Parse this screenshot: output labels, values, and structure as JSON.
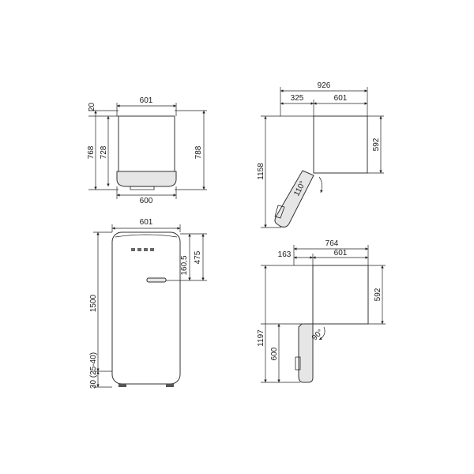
{
  "top_view_closed": {
    "width_top": "601",
    "depth_top_offset": "20",
    "depth_total": "768",
    "depth_body": "728",
    "depth_with_handle": "788",
    "width_bottom": "600"
  },
  "front_view": {
    "width": "601",
    "handle_height": "160,5",
    "handle_offset": "475",
    "total_height": "1500",
    "feet_height": "30 (25-40)"
  },
  "top_view_open_110": {
    "total_width": "926",
    "door_offset": "325",
    "body_width": "601",
    "depth": "592",
    "total_depth": "1158",
    "angle": "110°"
  },
  "top_view_open_90": {
    "total_width": "764",
    "door_offset": "163",
    "body_width": "601",
    "depth": "592",
    "total_depth": "1197",
    "door_depth": "600",
    "angle": "90°"
  }
}
